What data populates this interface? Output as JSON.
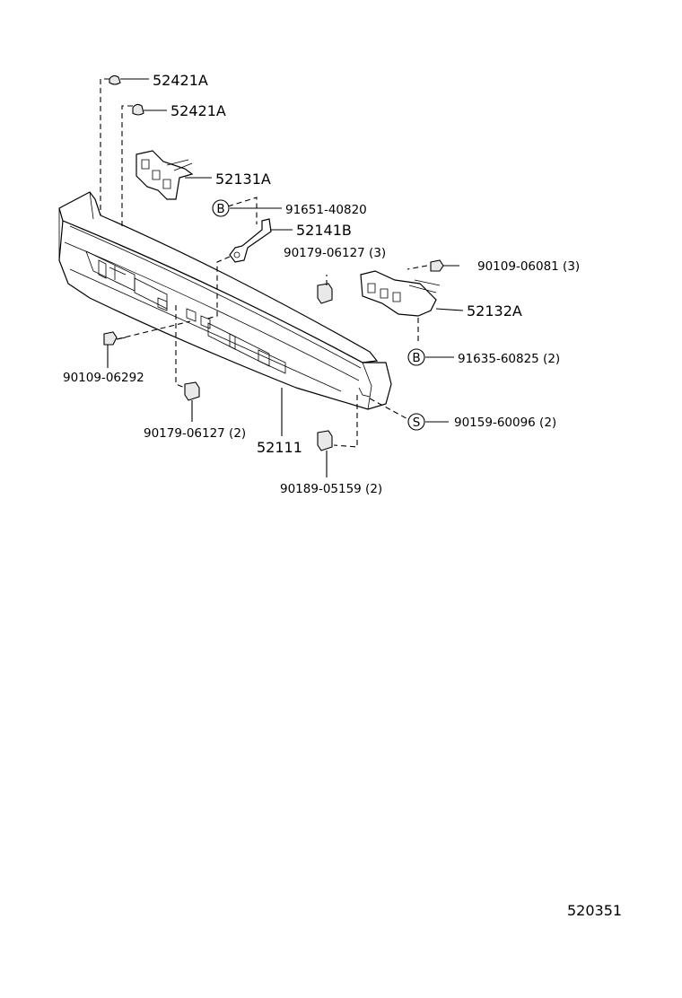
{
  "diagram_id": "520351",
  "callouts": {
    "clip_1": "52421A",
    "clip_2": "52421A",
    "bracket_left": "52131A",
    "bolt_b_upper": "91651-40820",
    "stay": "52141B",
    "nut_upper": "90179-06127 (3)",
    "bolt_right": "90109-06081 (3)",
    "bracket_right": "52132A",
    "bolt_b_lower": "91635-60825 (2)",
    "bolt_left": "90109-06292",
    "screw_s": "90159-60096 (2)",
    "nut_lower": "90179-06127 (2)",
    "bumper": "52111",
    "nut_bottom": "90189-05159 (2)"
  },
  "markers": {
    "b": "B",
    "s": "S"
  }
}
